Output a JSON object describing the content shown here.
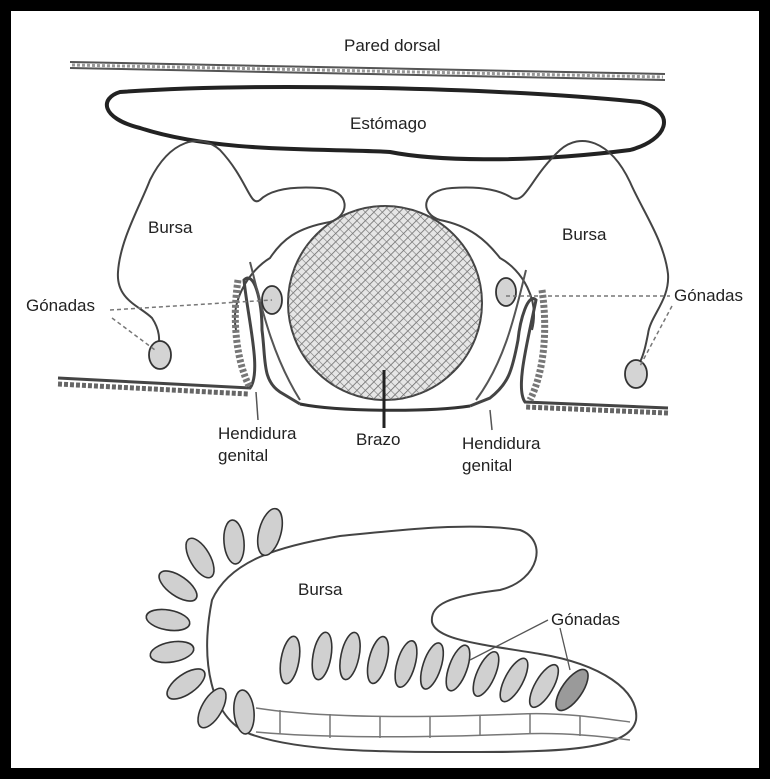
{
  "labels": {
    "pared_dorsal": "Pared dorsal",
    "estomago": "Estómago",
    "bursa_left": "Bursa",
    "bursa_right": "Bursa",
    "gonadas_left": "Gónadas",
    "gonadas_right": "Gónadas",
    "hendidura_left_1": "Hendidura",
    "hendidura_left_2": "genital",
    "brazo": "Brazo",
    "hendidura_right_1": "Hendidura",
    "hendidura_right_2": "genital",
    "bursa_bottom": "Bursa",
    "gonadas_bottom": "Gónadas"
  },
  "colors": {
    "ink": "#3a3a3a",
    "fill": "#d9d9d9",
    "border": "#000000"
  }
}
